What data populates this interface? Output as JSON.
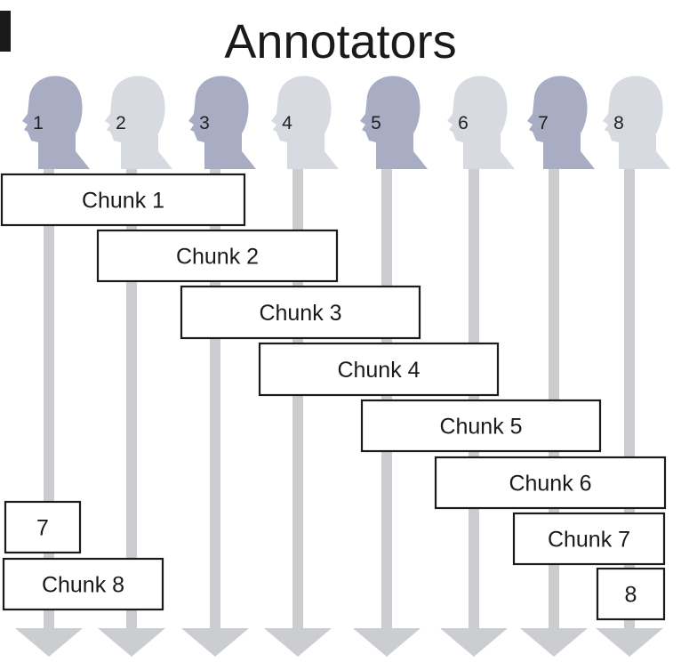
{
  "title": "Annotators",
  "colors": {
    "arrow": "#cbcdd1",
    "head_dark": "#a8adc3",
    "head_light": "#d8dae2",
    "box_stroke": "#1a1a1a"
  },
  "annotators": [
    {
      "label": "1",
      "tone": "dark"
    },
    {
      "label": "2",
      "tone": "light"
    },
    {
      "label": "3",
      "tone": "dark"
    },
    {
      "label": "4",
      "tone": "light"
    },
    {
      "label": "5",
      "tone": "dark"
    },
    {
      "label": "6",
      "tone": "light"
    },
    {
      "label": "7",
      "tone": "dark"
    },
    {
      "label": "8",
      "tone": "light"
    }
  ],
  "chunks": [
    {
      "label": "Chunk 1"
    },
    {
      "label": "Chunk 2"
    },
    {
      "label": "Chunk 3"
    },
    {
      "label": "Chunk 4"
    },
    {
      "label": "Chunk 5"
    },
    {
      "label": "Chunk 6"
    },
    {
      "label": "7"
    },
    {
      "label": "Chunk 7"
    },
    {
      "label": "Chunk 8"
    },
    {
      "label": "8"
    }
  ]
}
